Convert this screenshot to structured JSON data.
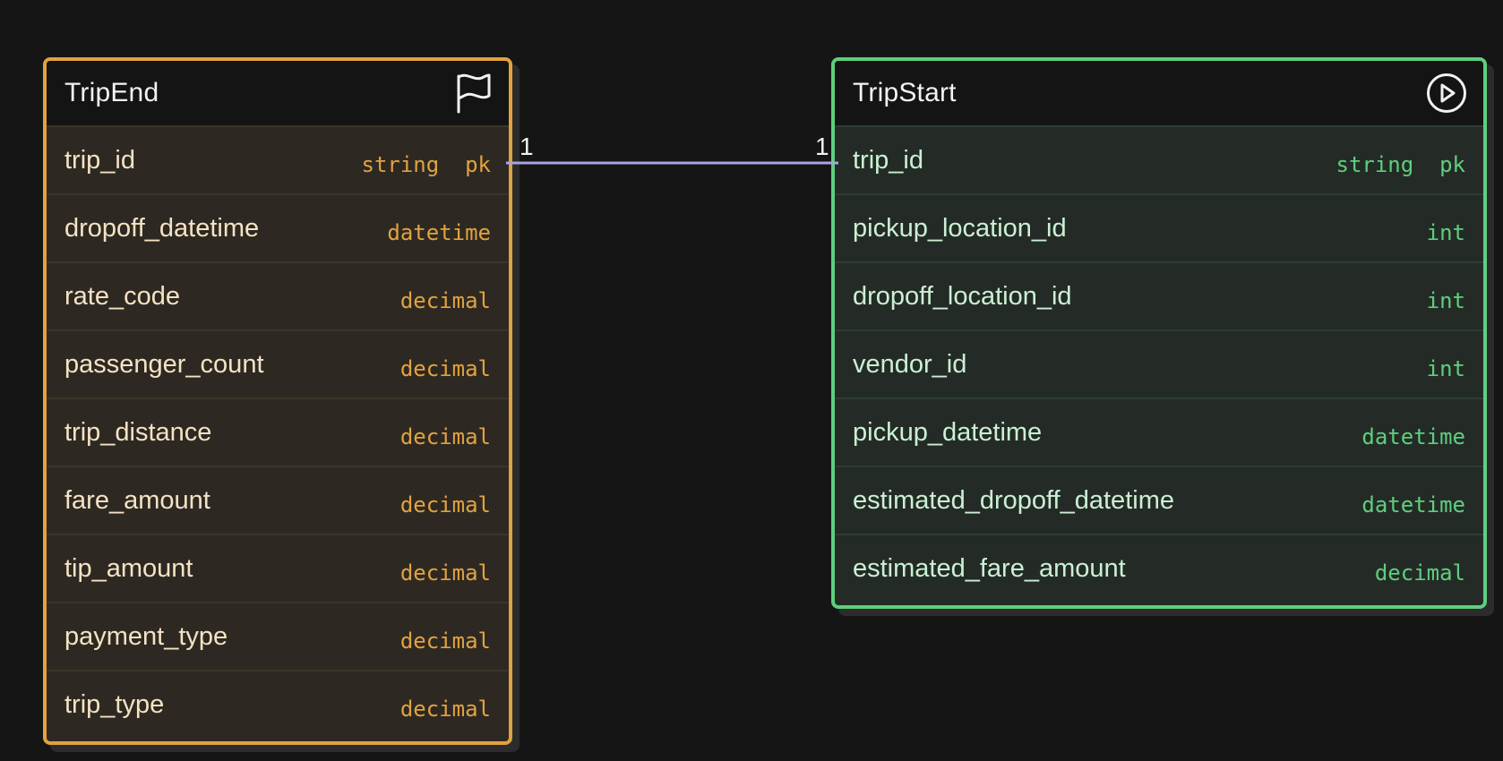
{
  "colors": {
    "background": "#151515",
    "trip_end_accent": "#e2a240",
    "trip_start_accent": "#5ecf7e",
    "relation_line": "#a9a3e6"
  },
  "entities": {
    "trip_end": {
      "title": "TripEnd",
      "icon": "flag-icon",
      "rows": [
        {
          "name": "trip_id",
          "type": "string  pk"
        },
        {
          "name": "dropoff_datetime",
          "type": "datetime"
        },
        {
          "name": "rate_code",
          "type": "decimal"
        },
        {
          "name": "passenger_count",
          "type": "decimal"
        },
        {
          "name": "trip_distance",
          "type": "decimal"
        },
        {
          "name": "fare_amount",
          "type": "decimal"
        },
        {
          "name": "tip_amount",
          "type": "decimal"
        },
        {
          "name": "payment_type",
          "type": "decimal"
        },
        {
          "name": "trip_type",
          "type": "decimal"
        }
      ]
    },
    "trip_start": {
      "title": "TripStart",
      "icon": "play-circle-icon",
      "rows": [
        {
          "name": "trip_id",
          "type": "string  pk"
        },
        {
          "name": "pickup_location_id",
          "type": "int"
        },
        {
          "name": "dropoff_location_id",
          "type": "int"
        },
        {
          "name": "vendor_id",
          "type": "int"
        },
        {
          "name": "pickup_datetime",
          "type": "datetime"
        },
        {
          "name": "estimated_dropoff_datetime",
          "type": "datetime"
        },
        {
          "name": "estimated_fare_amount",
          "type": "decimal"
        }
      ]
    }
  },
  "relationship": {
    "from_entity": "TripEnd",
    "from_field": "trip_id",
    "from_cardinality": "1",
    "to_entity": "TripStart",
    "to_field": "trip_id",
    "to_cardinality": "1"
  }
}
